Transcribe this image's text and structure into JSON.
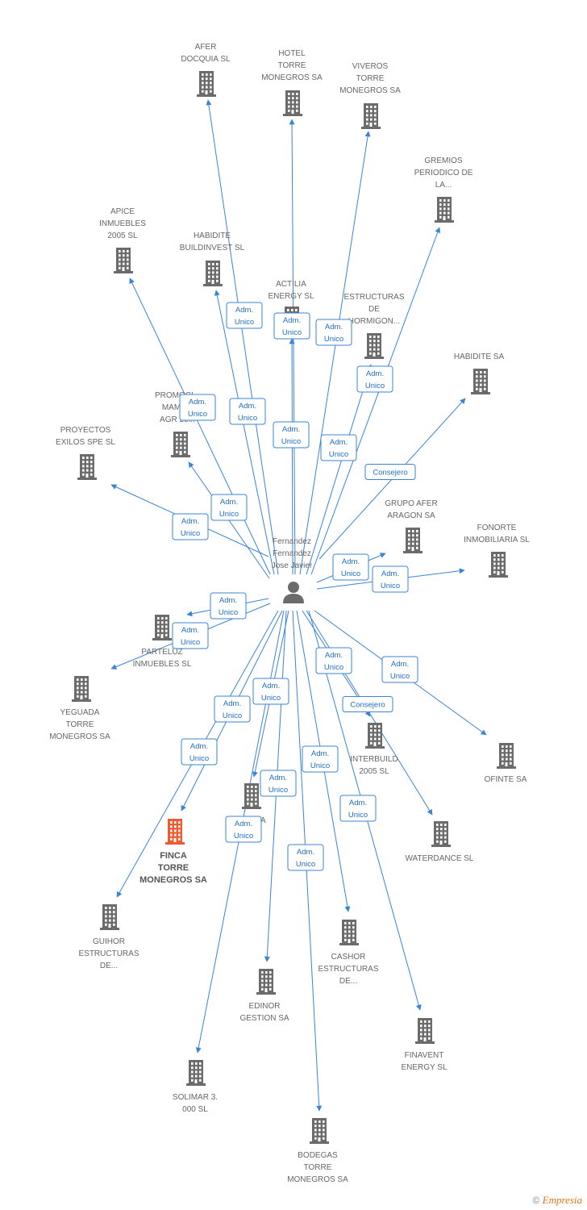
{
  "colors": {
    "edge": "#3a84d6",
    "building": "#6b6b6b",
    "building_highlight": "#f05a30",
    "label": "#666666",
    "person": "#6b6b6b"
  },
  "center": {
    "name_lines": [
      "Fernandez",
      "Fernandez",
      "Jose Javier"
    ],
    "icon": "person-icon"
  },
  "nodes": [
    {
      "id": "afer-docquia",
      "lines": [
        "AFER",
        "DOCQUIA SL"
      ],
      "icon": "building-icon"
    },
    {
      "id": "hotel-torre",
      "lines": [
        "HOTEL",
        "TORRE",
        "MONEGROS SA"
      ],
      "icon": "building-icon"
    },
    {
      "id": "viveros-torre",
      "lines": [
        "VIVEROS",
        "TORRE",
        "MONEGROS SA"
      ],
      "icon": "building-icon"
    },
    {
      "id": "gremios",
      "lines": [
        "GREMIOS",
        "PERIODICO DE",
        "LA..."
      ],
      "icon": "building-icon"
    },
    {
      "id": "apice",
      "lines": [
        "APICE",
        "INMUEBLES",
        "2005 SL"
      ],
      "icon": "building-icon"
    },
    {
      "id": "habidite-buildinvest",
      "lines": [
        "HABIDITE",
        "BUILDINVEST SL"
      ],
      "icon": "building-icon"
    },
    {
      "id": "actilia",
      "lines": [
        "ACTILIA",
        "ENERGY SL"
      ],
      "icon": "building-icon"
    },
    {
      "id": "estructuras-hormigon",
      "lines": [
        "ESTRUCTURAS",
        "DE",
        "HORMIGON..."
      ],
      "icon": "building-icon"
    },
    {
      "id": "habidite-sa",
      "lines": [
        "HABIDITE SA"
      ],
      "icon": "building-icon"
    },
    {
      "id": "promociones",
      "lines": [
        "PROMOCI...",
        "MAMA...",
        "AGR 20..."
      ],
      "icon": "building-icon"
    },
    {
      "id": "proyectos-exilos",
      "lines": [
        "PROYECTOS",
        "EXILOS SPE  SL"
      ],
      "icon": "building-icon"
    },
    {
      "id": "grupo-afer",
      "lines": [
        "GRUPO AFER",
        "ARAGON SA"
      ],
      "icon": "building-icon"
    },
    {
      "id": "fonorte",
      "lines": [
        "FONORTE",
        "INMOBILIARIA SL"
      ],
      "icon": "building-icon"
    },
    {
      "id": "parteluz",
      "lines": [
        "PARTELUZ",
        "INMUEBLES SL"
      ],
      "icon": "building-icon"
    },
    {
      "id": "yeguada",
      "lines": [
        "YEGUADA",
        "TORRE",
        "MONEGROS SA"
      ],
      "icon": "building-icon"
    },
    {
      "id": "interbuild",
      "lines": [
        "INTERBUILD",
        "2005 SL"
      ],
      "icon": "building-icon"
    },
    {
      "id": "ofinte",
      "lines": [
        "OFINTE SA"
      ],
      "icon": "building-icon"
    },
    {
      "id": "g-sa",
      "lines": [
        "G...R SA"
      ],
      "icon": "building-icon"
    },
    {
      "id": "finca-torre",
      "lines": [
        "FINCA",
        "TORRE",
        "MONEGROS SA"
      ],
      "icon": "building-icon",
      "highlight": true
    },
    {
      "id": "waterdance",
      "lines": [
        "WATERDANCE SL"
      ],
      "icon": "building-icon"
    },
    {
      "id": "guihor",
      "lines": [
        "GUIHOR",
        "ESTRUCTURAS",
        "DE..."
      ],
      "icon": "building-icon"
    },
    {
      "id": "cashor",
      "lines": [
        "CASHOR",
        "ESTRUCTURAS",
        "DE..."
      ],
      "icon": "building-icon"
    },
    {
      "id": "edinor",
      "lines": [
        "EDINOR",
        "GESTION SA"
      ],
      "icon": "building-icon"
    },
    {
      "id": "finavent",
      "lines": [
        "FINAVENT",
        "ENERGY SL"
      ],
      "icon": "building-icon"
    },
    {
      "id": "solimar",
      "lines": [
        "SOLIMAR 3.",
        "000 SL"
      ],
      "icon": "building-icon"
    },
    {
      "id": "bodegas",
      "lines": [
        "BODEGAS",
        "TORRE",
        "MONEGROS SA"
      ],
      "icon": "building-icon"
    }
  ],
  "edges": [
    {
      "to": "afer-docquia",
      "label_lines": [
        "Adm.",
        "Unico"
      ]
    },
    {
      "to": "hotel-torre",
      "label_lines": [
        "Adm.",
        "Unico"
      ]
    },
    {
      "to": "viveros-torre",
      "label_lines": [
        "Adm.",
        "Unico"
      ]
    },
    {
      "to": "gremios",
      "label_lines": [
        "Adm.",
        "Unico"
      ]
    },
    {
      "to": "apice",
      "label_lines": [
        "Adm.",
        "Unico"
      ]
    },
    {
      "to": "habidite-buildinvest",
      "label_lines": [
        "Adm.",
        "Unico"
      ]
    },
    {
      "to": "actilia",
      "label_lines": [
        "Adm.",
        "Unico"
      ]
    },
    {
      "to": "estructuras-hormigon",
      "label_lines": [
        "Adm.",
        "Unico"
      ]
    },
    {
      "to": "habidite-sa",
      "label_lines": [
        "Consejero"
      ]
    },
    {
      "to": "promociones",
      "label_lines": [
        "Adm.",
        "Unico"
      ]
    },
    {
      "to": "proyectos-exilos",
      "label_lines": [
        "Adm.",
        "Unico"
      ]
    },
    {
      "to": "grupo-afer",
      "label_lines": [
        "Adm.",
        "Unico"
      ]
    },
    {
      "to": "fonorte",
      "label_lines": [
        "Adm.",
        "Unico"
      ]
    },
    {
      "to": "parteluz",
      "label_lines": [
        "Adm.",
        "Unico"
      ]
    },
    {
      "to": "yeguada",
      "label_lines": [
        "Adm.",
        "Unico"
      ]
    },
    {
      "to": "interbuild",
      "label_lines": [
        "Adm.",
        "Unico"
      ]
    },
    {
      "to": "ofinte",
      "label_lines": [
        "Adm.",
        "Unico"
      ]
    },
    {
      "to": "g-sa",
      "label_lines": [
        "Adm.",
        "Unico"
      ]
    },
    {
      "to": "finca-torre",
      "label_lines": [
        "Adm.",
        "Unico"
      ]
    },
    {
      "to": "waterdance",
      "label_lines": [
        "Consejero"
      ]
    },
    {
      "to": "guihor",
      "label_lines": [
        "Adm.",
        "Unico"
      ]
    },
    {
      "to": "cashor",
      "label_lines": [
        "Adm.",
        "Unico"
      ]
    },
    {
      "to": "edinor",
      "label_lines": [
        "Adm.",
        "Unico"
      ]
    },
    {
      "to": "finavent",
      "label_lines": [
        "Adm.",
        "Unico"
      ]
    },
    {
      "to": "solimar",
      "label_lines": [
        "Adm.",
        "Unico"
      ]
    },
    {
      "to": "bodegas",
      "label_lines": [
        "Adm.",
        "Unico"
      ]
    }
  ],
  "footer": {
    "copyright_symbol": "©",
    "brand": "Empresia"
  }
}
